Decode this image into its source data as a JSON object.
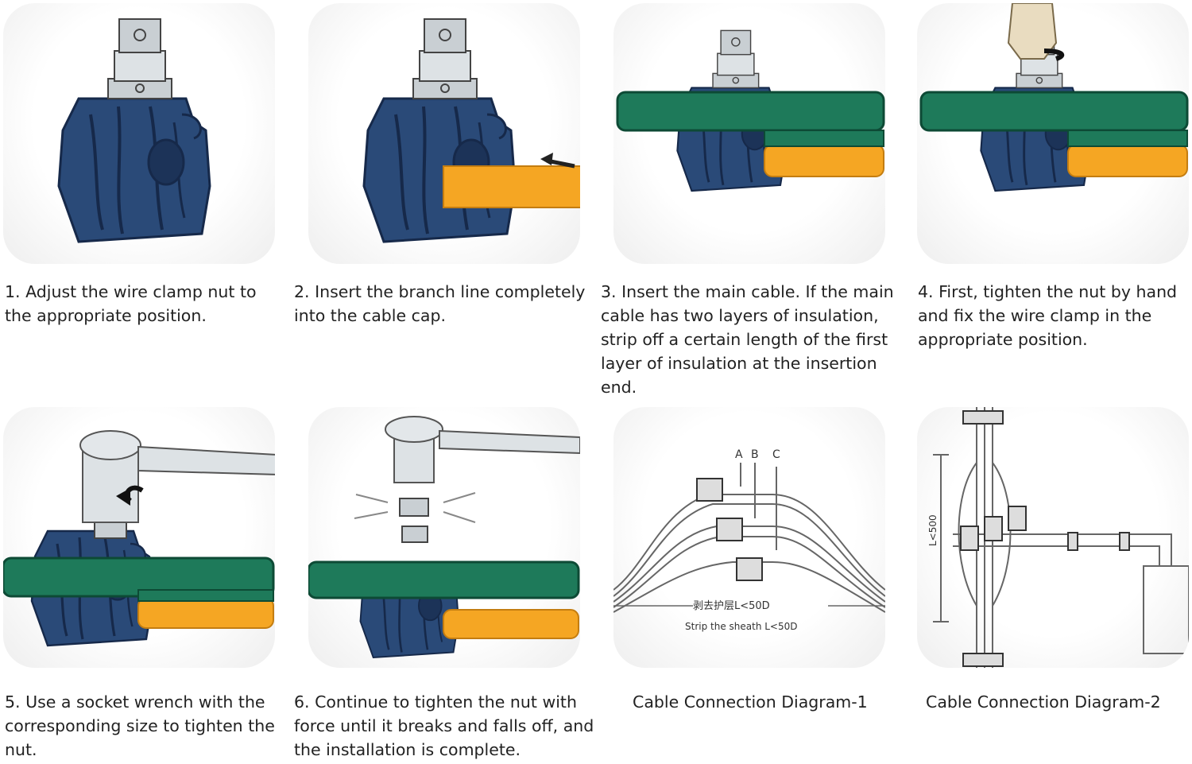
{
  "steps": [
    {
      "caption": "1. Adjust the wire clamp nut to the appropriate position."
    },
    {
      "caption": "2. Insert the branch line completely into the cable cap."
    },
    {
      "caption": "3. Insert the main cable. If the main cable has two layers of insulation, strip off a certain length of the first layer of insulation at the insertion end."
    },
    {
      "caption": "4. First, tighten the nut by hand and fix the wire clamp in the appropriate position."
    },
    {
      "caption": "5. Use a socket wrench with the corresponding size to tighten the nut."
    },
    {
      "caption": "6. Continue to tighten the nut with force until it breaks and falls off, and the installation is complete."
    },
    {
      "caption": "Cable Connection Diagram-1"
    },
    {
      "caption": "Cable Connection Diagram-2"
    }
  ],
  "diagram1": {
    "phase_labels": [
      "A",
      "B",
      "C"
    ],
    "strip_label_cn": "剥去护层L<50D",
    "strip_label_en": "Strip the sheath L<50D"
  },
  "diagram2": {
    "length_label": "L<500"
  },
  "colors": {
    "clamp_body": "#2a4a78",
    "clamp_dark": "#1c3358",
    "main_cable": "#1e7a5a",
    "branch_cable": "#f5a623",
    "nut_metal": "#d0d6da"
  }
}
